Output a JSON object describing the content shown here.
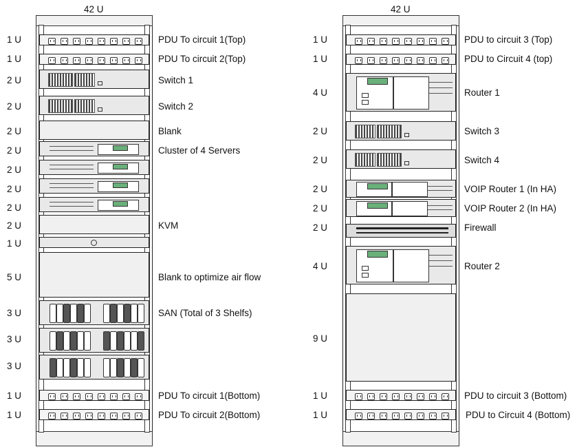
{
  "racks": [
    {
      "title": "42 U",
      "units": [
        "1 U",
        "1 U",
        "2 U",
        "2 U",
        "2 U",
        "2 U",
        "2 U",
        "2 U",
        "2 U",
        "2 U",
        "1 U",
        "5 U",
        "3 U",
        "3 U",
        "3 U",
        "1 U",
        "1 U"
      ],
      "labels": [
        "PDU To circuit 1(Top)",
        "PDU To circuit 2(Top)",
        "Switch 1",
        "Switch 2",
        "Blank",
        "Cluster of 4 Servers",
        "KVM",
        "Blank to optimize air flow",
        "SAN (Total of 3 Shelfs)",
        "PDU To circuit 1(Bottom)",
        "PDU To circuit 2(Bottom)"
      ]
    },
    {
      "title": "42 U",
      "units": [
        "1 U",
        "1 U",
        "4 U",
        "2 U",
        "2 U",
        "2 U",
        "2 U",
        "2 U",
        "4 U",
        "9 U",
        "1 U",
        "1 U"
      ],
      "labels": [
        "PDU to circuit 3 (Top)",
        "PDU to Circuit 4 (top)",
        "Router 1",
        "Switch 3",
        "Switch 4",
        "VOIP Router 1 (In HA)",
        "VOIP Router 2 (In HA)",
        "Firewall",
        "Router 2",
        "PDU to circuit 3 (Bottom)",
        "PDU to Circuit 4 (Bottom)"
      ]
    }
  ],
  "colors": {
    "lcd": "#6ab07a",
    "line": "#222222"
  }
}
